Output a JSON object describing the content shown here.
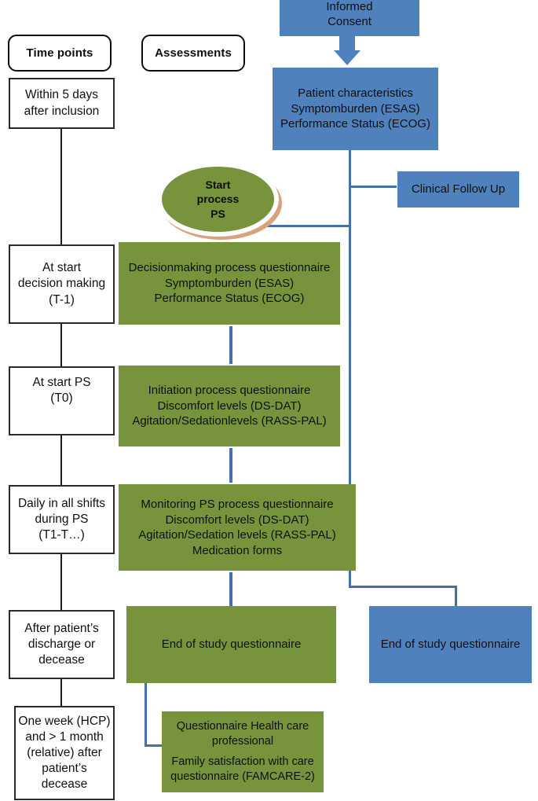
{
  "diagram": {
    "title": "Study flow chart of time points and assessments",
    "colors": {
      "blue": "#4f81bd",
      "green": "#77933c",
      "connector": "#4472a8",
      "box_border": "#2b2b2b",
      "ellipse_shadow": "#d8a37b"
    }
  },
  "headers": {
    "time_points": "Time points",
    "assessments": "Assessments"
  },
  "time_points": [
    {
      "lines": [
        "Within 5 days",
        "after inclusion"
      ]
    },
    {
      "lines": [
        "At start",
        "decision making",
        "(T-1)"
      ]
    },
    {
      "lines": [
        "At start PS",
        "(T0)"
      ]
    },
    {
      "lines": [
        "Daily in all shifts",
        "during PS",
        "(T1-T…)"
      ]
    },
    {
      "lines": [
        "After patient’s",
        "discharge or",
        "decease"
      ]
    },
    {
      "lines": [
        "One week (HCP)",
        "and > 1 month",
        "(relative) after",
        "patient’s",
        "decease"
      ]
    }
  ],
  "blue_nodes": {
    "informed_consent": {
      "lines": [
        "Informed",
        "Consent"
      ]
    },
    "baseline": {
      "lines": [
        "Patient characteristics",
        "Symptomburden (ESAS)",
        "Performance Status (ECOG)"
      ]
    },
    "clinical_follow_up": {
      "lines": [
        "Clinical Follow Up"
      ]
    },
    "end_of_study_blue": {
      "lines": [
        "End of study questionnaire"
      ]
    }
  },
  "green_nodes": {
    "start_process": {
      "lines": [
        "Start",
        "process",
        "PS"
      ]
    },
    "decision_making": {
      "lines": [
        "Decisionmaking process questionnaire",
        "Symptomburden (ESAS)",
        "Performance Status (ECOG)"
      ]
    },
    "initiation": {
      "lines": [
        "Initiation process questionnaire",
        "Discomfort levels (DS-DAT)",
        "Agitation/Sedationlevels (RASS-PAL)"
      ]
    },
    "monitoring": {
      "lines": [
        "Monitoring PS process questionnaire",
        "Discomfort levels (DS-DAT)",
        "Agitation/Sedation levels (RASS-PAL)",
        "Medication forms"
      ]
    },
    "end_of_study_green": {
      "lines": [
        "End of study questionnaire"
      ]
    },
    "hcp_family": {
      "lines": [
        "Questionnaire Health care",
        "professional",
        "Family satisfaction with care",
        "questionnaire (FAMCARE-2)"
      ]
    }
  }
}
